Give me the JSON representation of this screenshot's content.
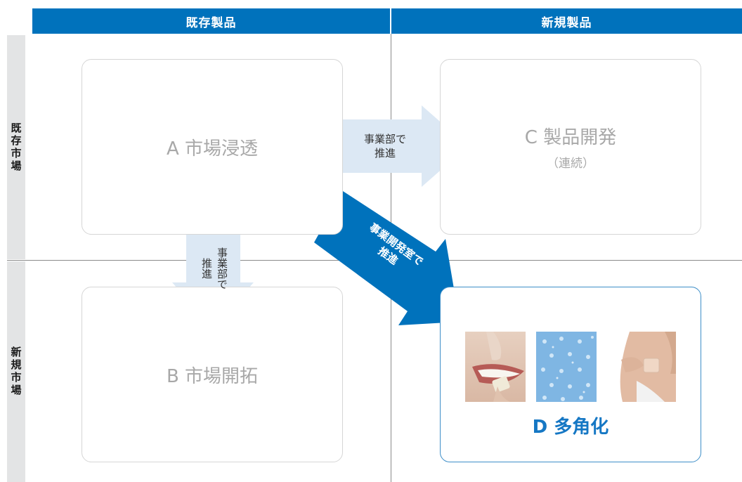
{
  "colors": {
    "brand": "#0072bc",
    "accent": "#1577c4",
    "arrow_light": "#dce8f4"
  },
  "columns": {
    "existing_product": "既存製品",
    "new_product": "新規製品"
  },
  "rows": {
    "existing_market": "既存市場",
    "new_market": "新規市場"
  },
  "quadrants": {
    "a": {
      "title": "A 市場浸透"
    },
    "b": {
      "title": "B 市場開拓"
    },
    "c": {
      "title": "C 製品開発",
      "subtitle": "（連続）"
    },
    "d": {
      "title": "D 多角化",
      "images": [
        "mouth-gum-photo",
        "bubbles-photo",
        "arm-patch-photo"
      ]
    }
  },
  "arrows": {
    "a_to_c": {
      "line1": "事業部で",
      "line2": "推進"
    },
    "a_to_b": {
      "col1": "事業部で",
      "col2": "推進"
    },
    "a_to_d": {
      "line1": "事業開発室で",
      "line2": "推進"
    }
  }
}
